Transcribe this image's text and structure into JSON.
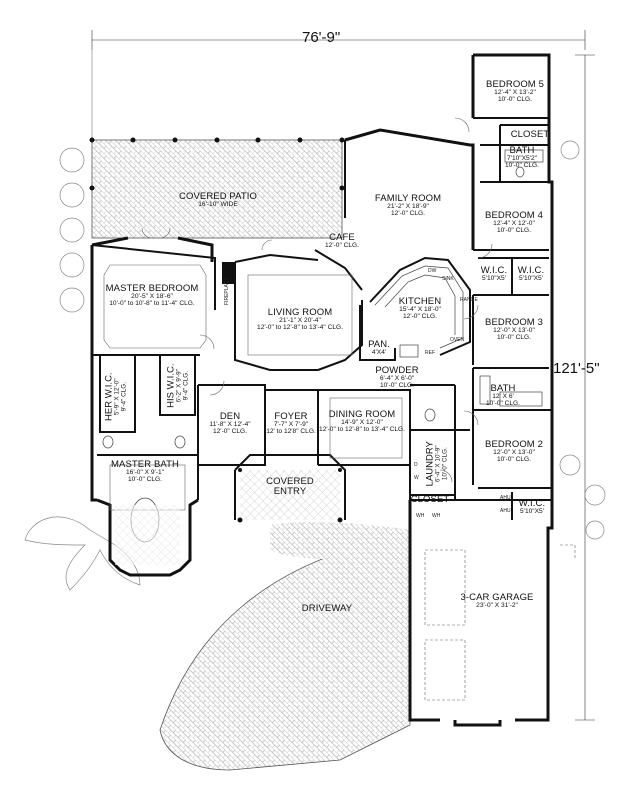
{
  "dimensions": {
    "width": "76'-9\"",
    "depth": "121'-5\""
  },
  "rooms": {
    "bedroom5": {
      "name": "BEDROOM 5",
      "dims": "12'-4\" X 13'-2\"",
      "clg": "10'-0\" CLG."
    },
    "closet_top": {
      "name": "CLOSET"
    },
    "bath_top": {
      "name": "BATH",
      "dims": "7'10\"X5'2\"",
      "clg": "10'-0\" CLG."
    },
    "bedroom4": {
      "name": "BEDROOM 4",
      "dims": "12'-4\" X 12'-0\"",
      "clg": "10'-0\" CLG."
    },
    "wic_a": {
      "name": "W.I.C.",
      "dims": "5'10\"X5'"
    },
    "wic_b": {
      "name": "W.I.C.",
      "dims": "5'10\"X5'"
    },
    "bedroom3": {
      "name": "BEDROOM 3",
      "dims": "12'-0\" X 13'-0\"",
      "clg": "10'-0\" CLG."
    },
    "bath_mid": {
      "name": "BATH",
      "dims": "12' X 6'",
      "clg": "10'-0\" CLG."
    },
    "bedroom2": {
      "name": "BEDROOM 2",
      "dims": "12'-0\" X 13'-0\"",
      "clg": "10'-0\" CLG."
    },
    "wic_c": {
      "name": "W.I.C.",
      "dims": "5'10\"X5'"
    },
    "covered_patio": {
      "name": "COVERED PATIO",
      "dims": "16'-10\" WIDE"
    },
    "family_room": {
      "name": "FAMILY ROOM",
      "dims": "21'-2\" X 18'-9\"",
      "clg": "12'-0\" CLG."
    },
    "cafe": {
      "name": "CAFE",
      "clg": "12'-0\" CLG."
    },
    "kitchen": {
      "name": "KITCHEN",
      "dims": "15'-4\" X 18'-0\"",
      "clg": "12'-0\" CLG."
    },
    "pan": {
      "name": "PAN.",
      "dims": "4'X4'"
    },
    "master_bedroom": {
      "name": "MASTER BEDROOM",
      "dims": "20'-5\" X 18'-6\"",
      "clg": "10'-0\" to 10'-8\" to 11'-4\" CLG."
    },
    "living_room": {
      "name": "LIVING ROOM",
      "dims": "21'-1\" X 20'-4\"",
      "clg": "12'-0\" to 12'-8\" to 13'-4\" CLG."
    },
    "powder": {
      "name": "POWDER",
      "dims": "6'-4\" X 6'-0\"",
      "clg": "10'-0\" CLG."
    },
    "her_wic": {
      "name": "HER W.I.C.",
      "dims": "5'-9\" X 12'-0\"",
      "clg": "9'-4\" CLG."
    },
    "his_wic": {
      "name": "HIS W.I.C.",
      "dims": "6'-2\" X 9'-9\"",
      "clg": "9'-4\" CLG."
    },
    "den": {
      "name": "DEN",
      "dims": "11'-8\" X 12'-4\"",
      "clg": "12'-0\" CLG."
    },
    "foyer": {
      "name": "FOYER",
      "dims": "7'-7\" X 7'-9\"",
      "clg": "12' to 12'8\" CLG."
    },
    "dining_room": {
      "name": "DINING ROOM",
      "dims": "14'-9\" X 12'-0\"",
      "clg": "12'-0\" to 12'-8\" to 13'-4\" CLG."
    },
    "laundry": {
      "name": "LAUNDRY",
      "dims": "6'-4\" X 10'-9\"",
      "clg": "10'-0\" CLG."
    },
    "closet_laundry": {
      "name": "CLOSET"
    },
    "master_bath": {
      "name": "MASTER BATH",
      "dims": "16'-0\" X 9'-1\"",
      "clg": "10'-0\" CLG."
    },
    "covered_entry": {
      "name": "COVERED ENTRY"
    },
    "garage": {
      "name": "3-CAR GARAGE",
      "dims": "23'-0\" X 31'-2\""
    },
    "driveway": {
      "name": "DRIVEWAY"
    }
  },
  "fixtures": {
    "fireplace": "FIREPLACE",
    "dw": "DW",
    "sink": "SINK",
    "range": "RANGE",
    "ref": "REF",
    "oven": "OVEN",
    "ahu1": "AHU",
    "ahu2": "AHU",
    "wh1": "WH",
    "wh2": "WH",
    "w": "W",
    "d": "D"
  }
}
